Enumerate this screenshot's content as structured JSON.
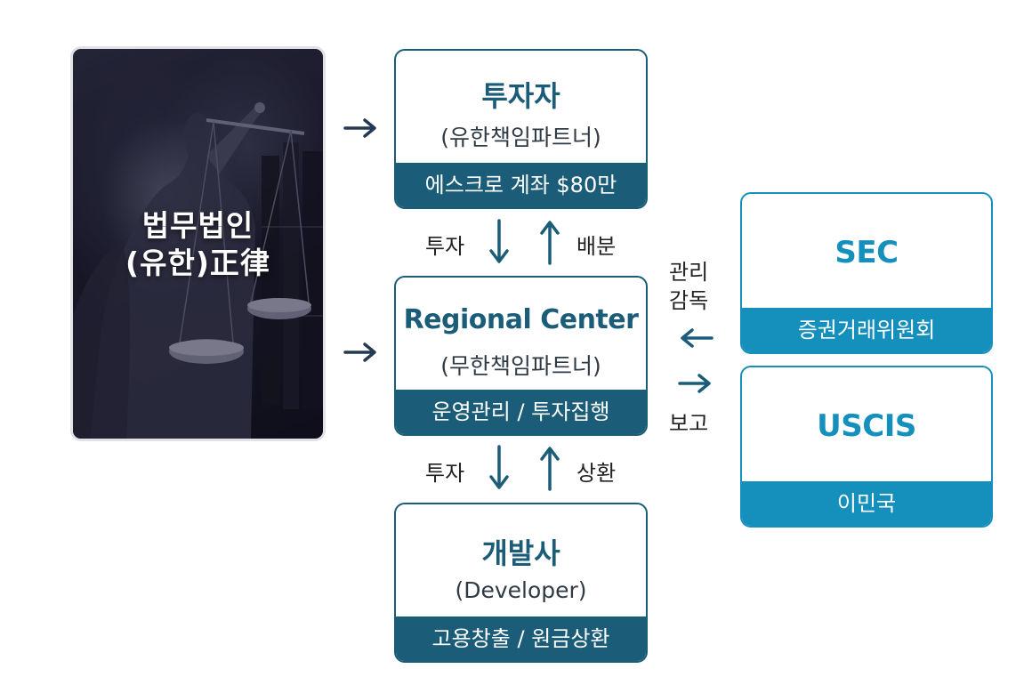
{
  "law_firm": {
    "line1": "법무법인",
    "line2": "(유한)正律"
  },
  "investor": {
    "title": "투자자",
    "subtitle": "(유한책임파트너)",
    "band": "에스크로 계좌 $80만"
  },
  "regional_center": {
    "title": "Regional Center",
    "subtitle": "(무한책임파트너)",
    "band": "운영관리 / 투자집행"
  },
  "developer": {
    "title": "개발사",
    "subtitle": "(Developer)",
    "band": "고용창출 / 원금상환"
  },
  "sec": {
    "title": "SEC",
    "band": "증권거래위원회"
  },
  "uscis": {
    "title": "USCIS",
    "band": "이민국"
  },
  "flows": {
    "invest_top": "투자",
    "distribution": "배분",
    "invest_bottom": "투자",
    "repayment": "상환",
    "supervision_line1": "관리",
    "supervision_line2": "감독",
    "report": "보고"
  },
  "colors": {
    "navy": "#1b5d78",
    "cyan": "#1590bd",
    "arrow_dark": "#243a52"
  }
}
